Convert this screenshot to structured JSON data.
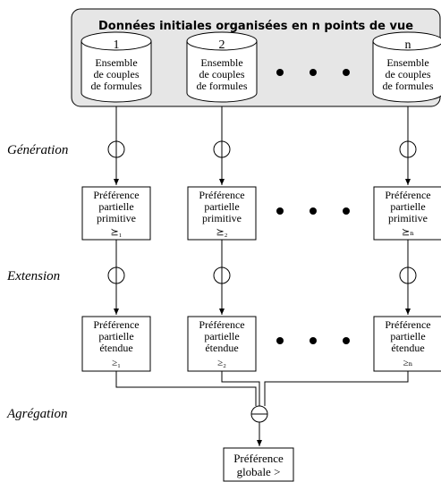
{
  "header": {
    "title": "Données initiales organisées en n points de vue"
  },
  "viewpoints": [
    {
      "num": "1",
      "db_lines": [
        "Ensemble",
        "de couples",
        "de formules"
      ],
      "primitive_sub": "⪰₁",
      "extended_sub": "≥₁"
    },
    {
      "num": "2",
      "db_lines": [
        "Ensemble",
        "de couples",
        "de formules"
      ],
      "primitive_sub": "⪰₂",
      "extended_sub": "≥₂"
    },
    {
      "num": "n",
      "db_lines": [
        "Ensemble",
        "de couples",
        "de formules"
      ],
      "primitive_sub": "⪰ₙ",
      "extended_sub": "≥ₙ"
    }
  ],
  "primitive_lines": [
    "Préférence",
    "partielle",
    "primitive"
  ],
  "extended_lines": [
    "Préférence",
    "partielle",
    "étendue"
  ],
  "global_lines": [
    "Préférence",
    "globale >"
  ],
  "stages": {
    "generation": "Génération",
    "extension": "Extension",
    "aggregation": "Agrégation"
  },
  "colors": {
    "header_fill": "#e6e6e6",
    "stroke": "#000000",
    "box_fill": "#ffffff"
  }
}
